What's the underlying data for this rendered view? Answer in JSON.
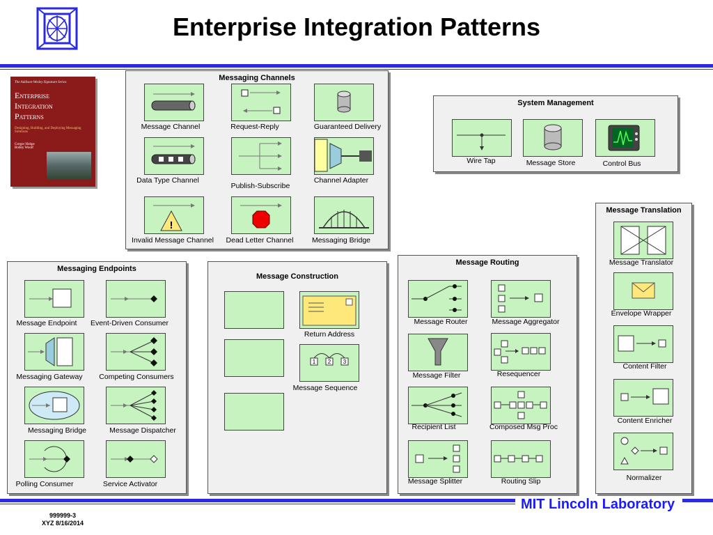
{
  "title": "Enterprise Integration Patterns",
  "footer": {
    "lab": "MIT Lincoln Laboratory",
    "line1": "999999-3",
    "line2": "XYZ 8/16/2014"
  },
  "book": {
    "series": "The Addison-Wesley Signature Series",
    "title": "Enterprise Integration Patterns",
    "subtitle": "Designing, Building, and Deploying Messaging Solutions",
    "authors": "Gregor Hohpe Bobby Woolf"
  },
  "channels": {
    "title": "Messaging Channels",
    "items": [
      "Message Channel",
      "Request-Reply",
      "Guaranteed Delivery",
      "Data Type Channel",
      "Publish-Subscribe",
      "Channel Adapter",
      "Invalid Message Channel",
      "Dead Letter Channel",
      "Messaging Bridge"
    ]
  },
  "system": {
    "title": "System Management",
    "items": [
      "Wire Tap",
      "Message Store",
      "Control Bus"
    ]
  },
  "translation": {
    "title": "Message Translation",
    "items": [
      "Message Translator",
      "Envelope Wrapper",
      "Content Filter",
      "Content Enricher",
      "Normalizer"
    ]
  },
  "endpoints": {
    "title": "Messaging Endpoints",
    "items": [
      "Message Endpoint",
      "Event-Driven Consumer",
      "Messaging Gateway",
      "Competing Consumers",
      "Messaging Bridge",
      "Message Dispatcher",
      "Polling Consumer",
      "Service Activator"
    ]
  },
  "construction": {
    "title": "Message Construction",
    "items": [
      "Return Address",
      "Message Sequence"
    ]
  },
  "routing": {
    "title": "Message Routing",
    "items": [
      "Message Router",
      "Message Aggregator",
      "Message Filter",
      "Resequencer",
      "Recipient List",
      "Composed Msg Proc",
      "Message Splitter",
      "Routing Slip"
    ]
  },
  "colors": {
    "tile": "#c6f3c0",
    "rule": "#2a2ae0",
    "lab": "#1a1aff",
    "panel": "#f0f0f0"
  }
}
